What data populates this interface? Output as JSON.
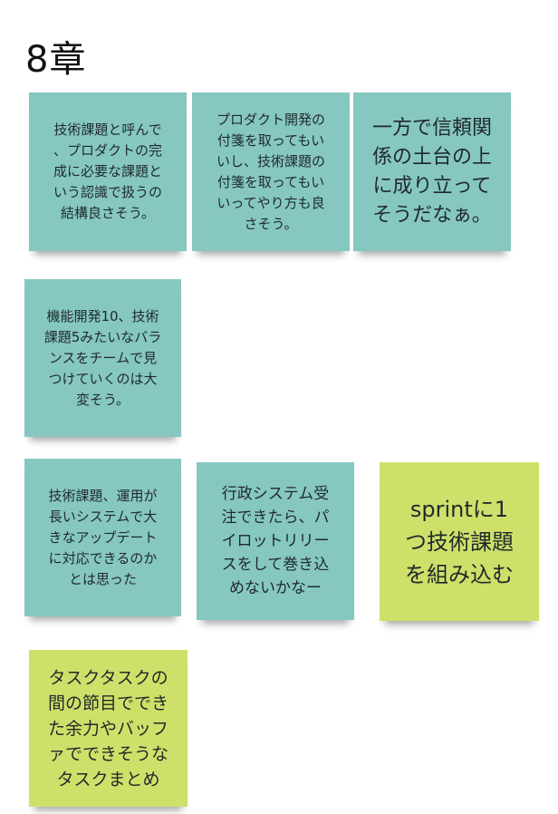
{
  "board": {
    "chapter_title": "8章"
  },
  "notes": [
    {
      "id": "note-1",
      "color": "teal",
      "text": "技術課題と呼んで\n、プロダクトの完\n成に必要な課題と\nいう認識で扱うの\n結構良さそう。"
    },
    {
      "id": "note-2",
      "color": "teal",
      "text": "プロダクト開発の\n付箋を取ってもい\nいし、技術課題の\n付箋を取ってもい\nいってやり方も良\nさそう。"
    },
    {
      "id": "note-3",
      "color": "teal",
      "text": "一方で信頼関\n係の土台の上\nに成り立って\nそうだなぁ。"
    },
    {
      "id": "note-4",
      "color": "teal",
      "text": "機能開発10、技術\n課題5みたいなバラ\nンスをチームで見\nつけていくのは大\n変そう。"
    },
    {
      "id": "note-5",
      "color": "teal",
      "text": "技術課題、運用が\n長いシステムで大\nきなアップデート\nに対応できるのか\nとは思った"
    },
    {
      "id": "note-6",
      "color": "teal",
      "text": "行政システム受\n注できたら、パ\nイロットリリー\nスをして巻き込\nめないかなー"
    },
    {
      "id": "note-7",
      "color": "lime",
      "text": "sprintに1\nつ技術課題\nを組み込む"
    },
    {
      "id": "note-8",
      "color": "lime",
      "text": "タスクタスクの\n間の節目ででき\nた余力やバッフ\nァでできそうな\nタスクまとめ"
    }
  ],
  "colors": {
    "teal_note": "#86c7c2",
    "lime_note": "#cfe06a",
    "title_text": "#111111",
    "note_text": "#1f2a2a"
  }
}
